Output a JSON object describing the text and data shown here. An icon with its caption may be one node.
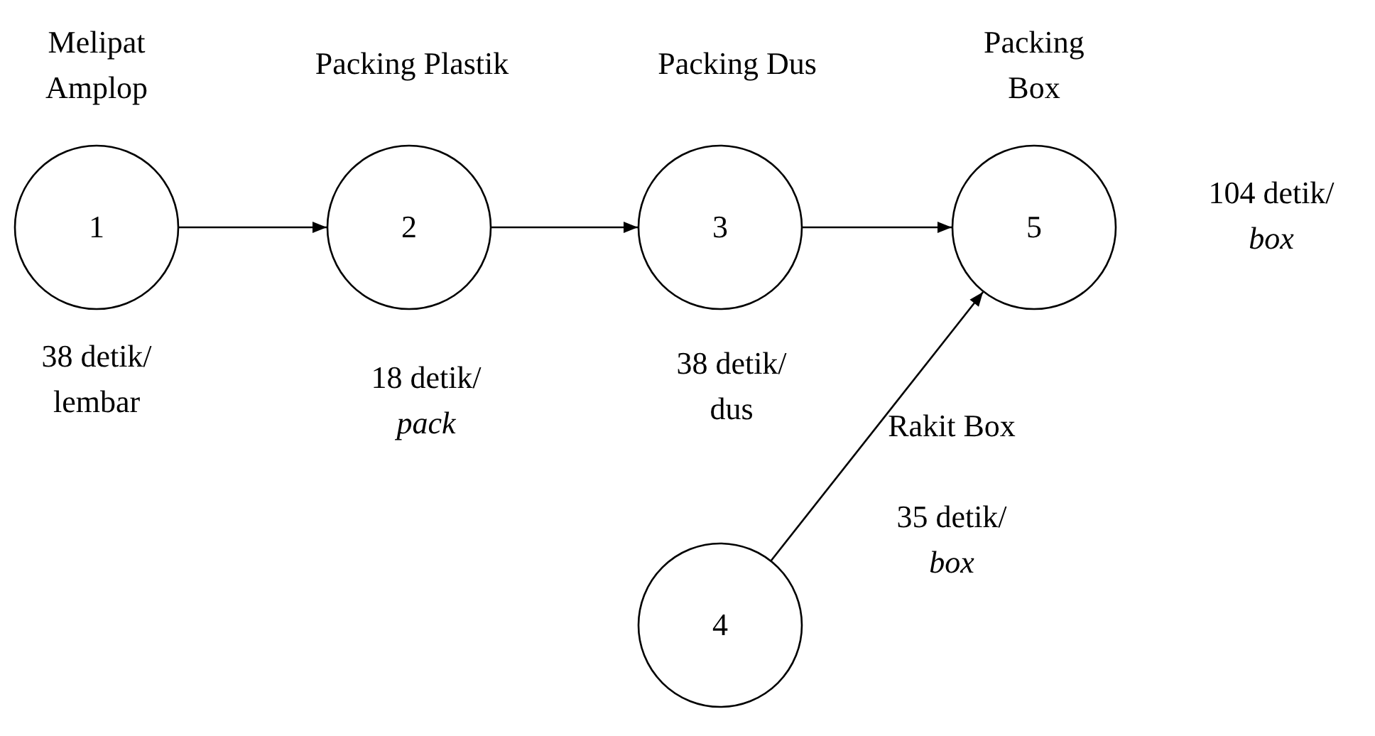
{
  "diagram": {
    "nodes": [
      {
        "text": [
          "Melipat Amplop",
          "1"
        ],
        "beside": [
          "38 detik/ lembar"
        ]
      },
      {
        "text": [
          "Packing Plastik",
          "2"
        ],
        "beside": [
          "18 detik/ *pack*"
        ]
      },
      {
        "text": [
          "Packing  Dus",
          "3"
        ],
        "beside": [
          "38 detik/ dus"
        ]
      },
      {
        "text": [
          "Packing Box",
          "5"
        ],
        "beside": [
          "104 detik/ *box*"
        ]
      },
      {
        "text": [
          "4"
        ],
        "beside": [
          "Rakit Box",
          "35 detik/ *box*"
        ]
      }
    ],
    "edges": [
      {
        "from": 0,
        "to": 1,
        "arrow": "to"
      },
      {
        "from": 1,
        "to": 2,
        "arrow": "to"
      },
      {
        "from": 2,
        "to": 3,
        "arrow": "to"
      },
      {
        "from": 4,
        "to": 3,
        "arrow": "to"
      }
    ]
  }
}
